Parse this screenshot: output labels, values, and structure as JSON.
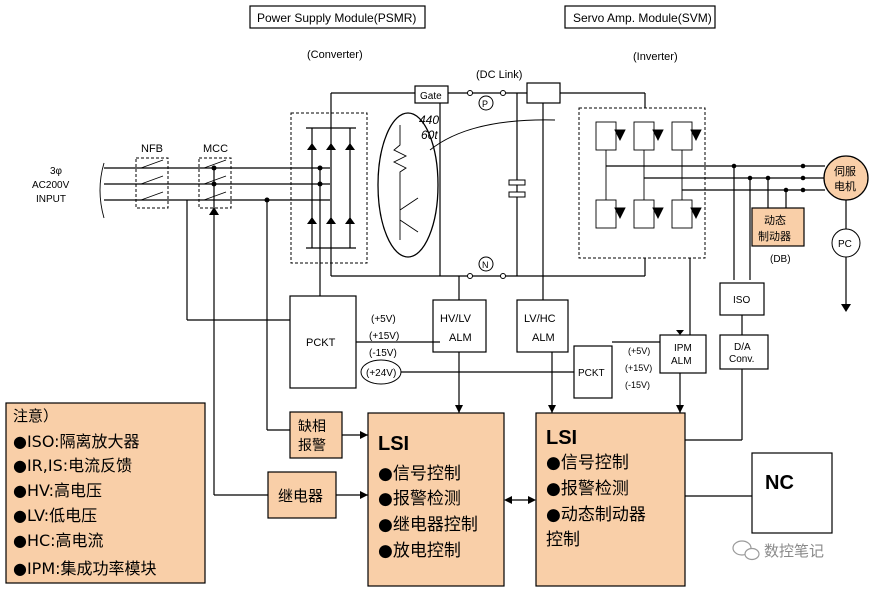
{
  "titles": {
    "psmr": "Power Supply Module(PSMR)",
    "svm": "Servo Amp. Module(SVM)",
    "converter": "(Converter)",
    "inverter": "(Inverter)",
    "dc_link": "(DC Link)"
  },
  "input": {
    "line1": "3φ",
    "line2": "AC200V",
    "line3": "INPUT"
  },
  "labels": {
    "nfb": "NFB",
    "mcc": "MCC",
    "gate": "Gate",
    "p": "P",
    "n": "N",
    "handwriting_1": "440",
    "handwriting_2": "60t",
    "pckt": "PCKT",
    "pckt2": "PCKT",
    "hvlv_1": "HV/LV",
    "hvlv_2": "ALM",
    "lvhc_1": "LV/HC",
    "lvhc_2": "ALM",
    "ipm_1": "IPM",
    "ipm_2": "ALM",
    "iso": "ISO",
    "da_1": "D/A",
    "da_2": "Conv.",
    "db": "(DB)",
    "pc": "PC",
    "motor_1": "伺服",
    "motor_2": "电机",
    "dynbrake_1": "动态",
    "dynbrake_2": "制动器",
    "relay": "继电器",
    "phase_1": "缺相",
    "phase_2": "报警",
    "nc": "NC",
    "v1": "(+5V)",
    "v2": "(+15V)",
    "v3": "(-15V)",
    "v4": "(+24V)",
    "v5": "(+5V)",
    "v6": "(+15V)",
    "v7": "(-15V)"
  },
  "lsi_left": {
    "title": "LSI",
    "items": [
      "●信号控制",
      "●报警检测",
      "●继电器控制",
      "●放电控制"
    ]
  },
  "lsi_right": {
    "title": "LSI",
    "items": [
      "●信号控制",
      "●报警检测",
      "●动态制动器",
      "控制"
    ]
  },
  "notes": {
    "title": "注意）",
    "items": [
      "●ISO:隔离放大器",
      "●IR,IS:电流反馈",
      "●HV:高电压",
      "●LV:低电压",
      "●HC:高电流",
      "●IPM:集成功率模块"
    ]
  },
  "watermark": "数控笔记",
  "colors": {
    "orange_box": "#f9cfa8",
    "motor": "#f9cfa8",
    "line": "#000000"
  }
}
